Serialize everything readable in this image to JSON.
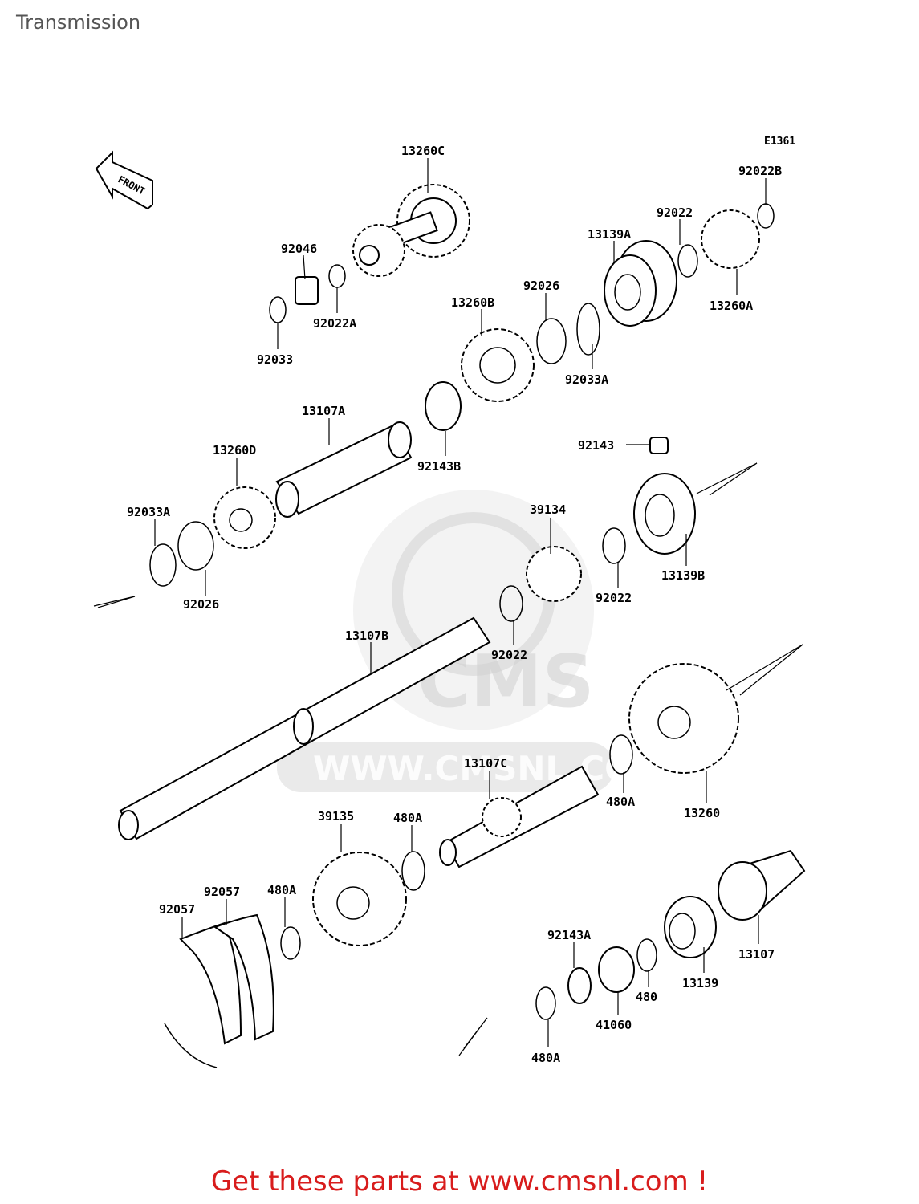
{
  "page": {
    "title": "Transmission",
    "footer": "Get these parts at www.cmsnl.com !"
  },
  "diagram": {
    "code": "E1361",
    "front_label": "FRONT",
    "watermark": {
      "logo": "CMS",
      "url": "WWW.CMSNL.COM"
    },
    "parts": [
      {
        "id": "13260C"
      },
      {
        "id": "92046"
      },
      {
        "id": "92022A"
      },
      {
        "id": "92033"
      },
      {
        "id": "92022B"
      },
      {
        "id": "92022"
      },
      {
        "id": "13139A"
      },
      {
        "id": "13260A"
      },
      {
        "id": "92026"
      },
      {
        "id": "13260B"
      },
      {
        "id": "92033A"
      },
      {
        "id": "13107A"
      },
      {
        "id": "92143B"
      },
      {
        "id": "13260D"
      },
      {
        "id": "92033A"
      },
      {
        "id": "92026"
      },
      {
        "id": "92143"
      },
      {
        "id": "39134"
      },
      {
        "id": "13139B"
      },
      {
        "id": "92022"
      },
      {
        "id": "92022"
      },
      {
        "id": "13107B"
      },
      {
        "id": "13107C"
      },
      {
        "id": "480A"
      },
      {
        "id": "13260"
      },
      {
        "id": "39135"
      },
      {
        "id": "480A"
      },
      {
        "id": "92057"
      },
      {
        "id": "92057"
      },
      {
        "id": "480A"
      },
      {
        "id": "92143A"
      },
      {
        "id": "13107"
      },
      {
        "id": "13139"
      },
      {
        "id": "480"
      },
      {
        "id": "41060"
      },
      {
        "id": "480A"
      }
    ]
  }
}
